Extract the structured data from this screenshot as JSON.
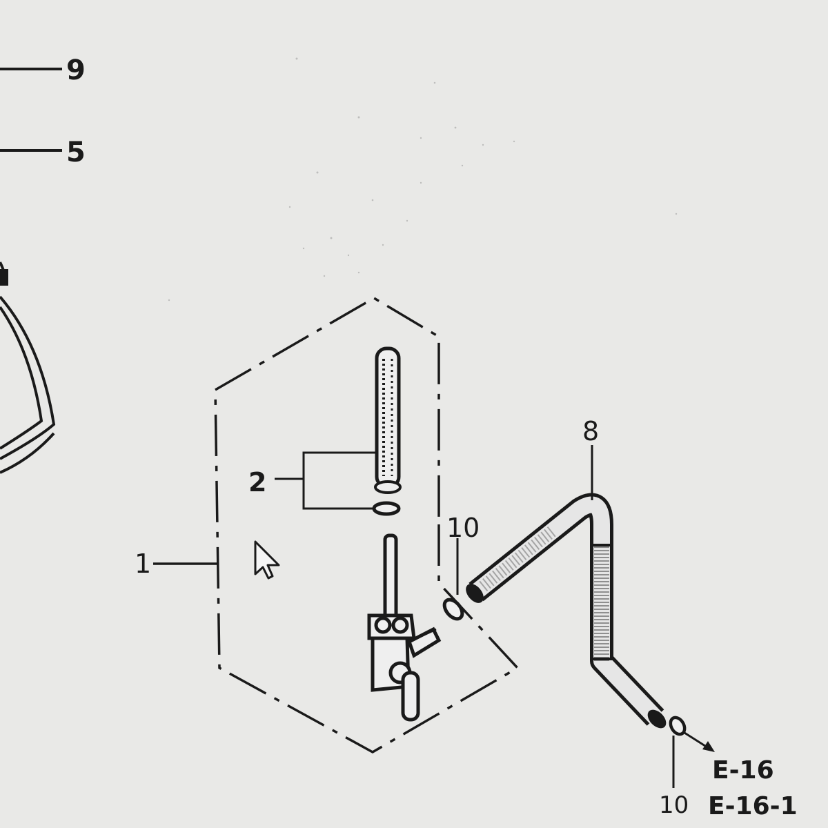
{
  "callouts": {
    "c9": "9",
    "c5": "5",
    "c2": "2",
    "c1": "1",
    "c8": "8",
    "c10_upper": "10",
    "c10_lower": "10"
  },
  "references": {
    "ref_e16": "E-16",
    "ref_e16_1": "E-16-1"
  },
  "colors": {
    "paper": "#e9e9e7",
    "ink": "#1a1a1a"
  },
  "icons": [
    "mouse-cursor-icon"
  ]
}
